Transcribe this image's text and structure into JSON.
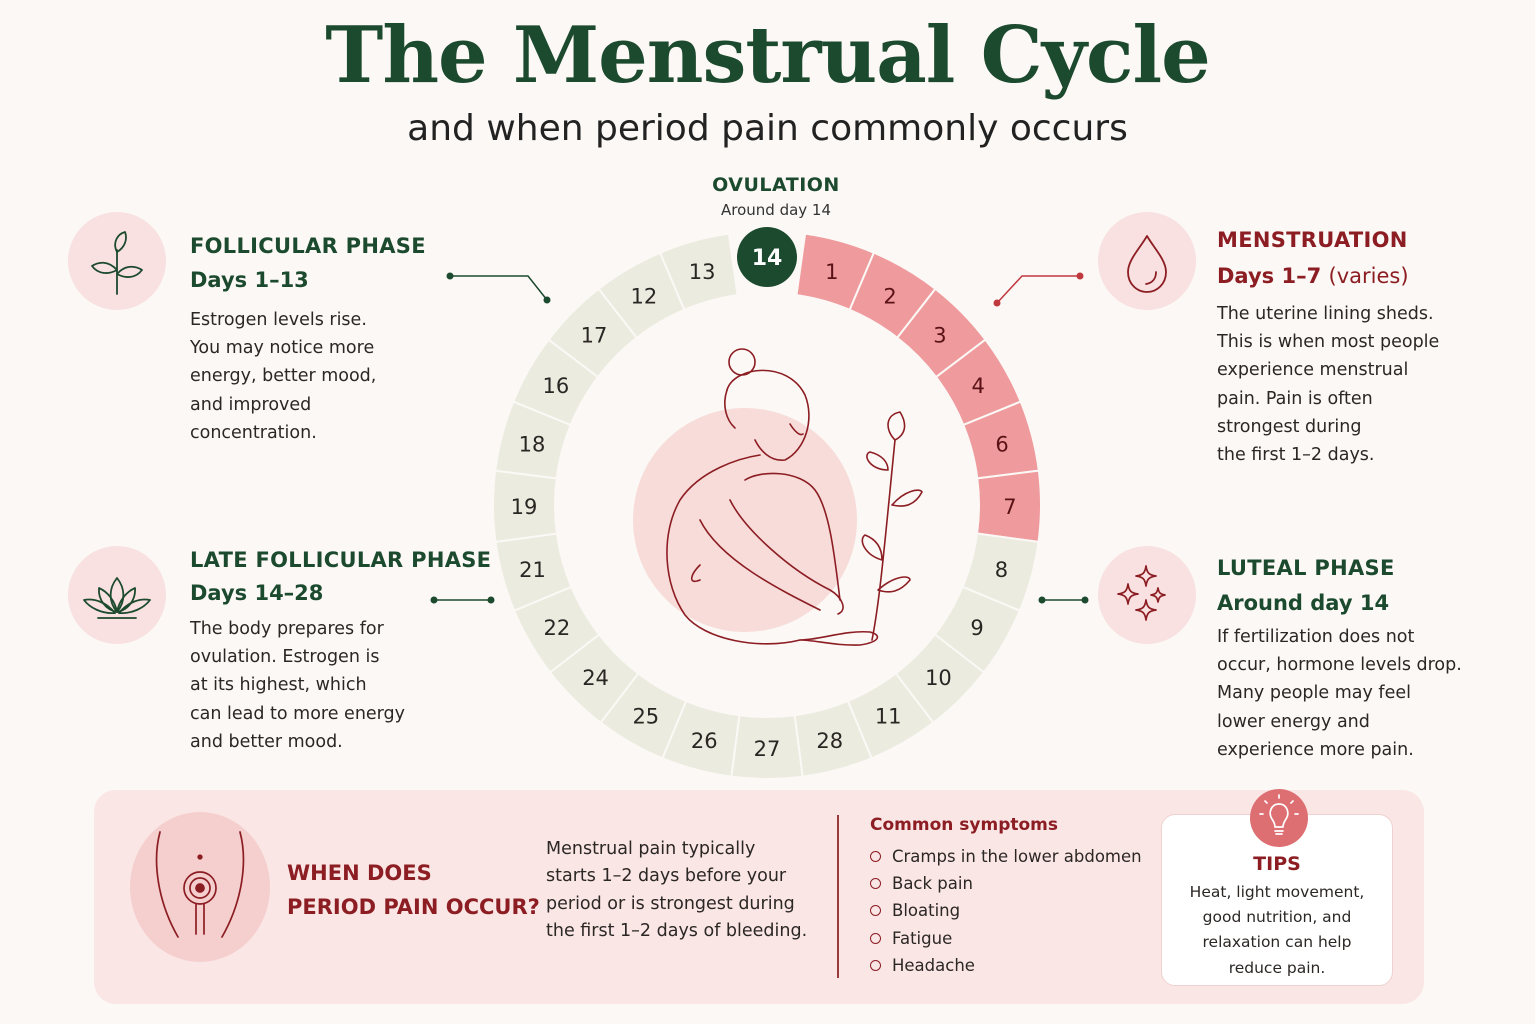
{
  "header": {
    "title": "The Menstrual Cycle",
    "subtitle": "and when period pain commonly occurs"
  },
  "ovulation": {
    "title": "OVULATION",
    "subtitle": "Around day 14"
  },
  "phases": {
    "follicular": {
      "title": "FOLLICULAR PHASE",
      "days": "Days 1–13",
      "description": "Estrogen levels rise.\nYou may notice more\nenergy, better mood,\nand improved\nconcentration.",
      "icon": "sprout-icon"
    },
    "late_follicular": {
      "title": "LATE FOLLICULAR PHASE",
      "days": "Days 14–28",
      "description": "The body prepares for\novulation. Estrogen is\nat its highest, which\ncan lead to more energy\nand better mood.",
      "icon": "lotus-icon"
    },
    "menstruation": {
      "title": "MENSTRUATION",
      "days": "Days 1–7",
      "days_note": "(varies)",
      "description": "The uterine lining sheds.\nThis is when most people\nexperience menstrual\npain. Pain is often\nstrongest during\nthe first 1–2 days.",
      "icon": "droplet-icon"
    },
    "luteal": {
      "title": "LUTEAL PHASE",
      "days": "Around day 14",
      "description": "If fertilization does not\noccur, hormone levels drop.\nMany people may feel\nlower energy and\nexperience more pain.",
      "icon": "sparkles-icon"
    }
  },
  "cycle": {
    "segments": [
      {
        "label": "1",
        "phase": "menstruation"
      },
      {
        "label": "2",
        "phase": "menstruation"
      },
      {
        "label": "3",
        "phase": "menstruation"
      },
      {
        "label": "4",
        "phase": "menstruation"
      },
      {
        "label": "6",
        "phase": "menstruation"
      },
      {
        "label": "7",
        "phase": "menstruation"
      },
      {
        "label": "8",
        "phase": "other"
      },
      {
        "label": "9",
        "phase": "other"
      },
      {
        "label": "10",
        "phase": "other"
      },
      {
        "label": "11",
        "phase": "other"
      },
      {
        "label": "28",
        "phase": "other"
      },
      {
        "label": "27",
        "phase": "other"
      },
      {
        "label": "26",
        "phase": "other"
      },
      {
        "label": "25",
        "phase": "other"
      },
      {
        "label": "24",
        "phase": "other"
      },
      {
        "label": "22",
        "phase": "other"
      },
      {
        "label": "21",
        "phase": "other"
      },
      {
        "label": "19",
        "phase": "other"
      },
      {
        "label": "18",
        "phase": "other"
      },
      {
        "label": "16",
        "phase": "other"
      },
      {
        "label": "17",
        "phase": "other"
      },
      {
        "label": "12",
        "phase": "other"
      },
      {
        "label": "13",
        "phase": "other"
      }
    ],
    "ovulation_day": "14",
    "colors": {
      "menstruation": "#ef9a9c",
      "other": "#ecebdf",
      "ovulation": "#1c4a2e",
      "green": "#1c4a2e",
      "red": "#8c1d23"
    },
    "center_illustration": "seated-woman-hugging-knees-illustration"
  },
  "bottom": {
    "when": {
      "title": "WHEN DOES\nPERIOD PAIN OCCUR?",
      "description": "Menstrual pain typically\nstarts 1–2 days before your\nperiod or is strongest during\nthe first 1–2 days of bleeding.",
      "icon": "pelvis-pain-icon"
    },
    "symptoms": {
      "title": "Common symptoms",
      "items": [
        "Cramps in the lower abdomen",
        "Back pain",
        "Bloating",
        "Fatigue",
        "Headache"
      ]
    },
    "tips": {
      "title": "TIPS",
      "description": "Heat, light movement,\ngood nutrition, and\nrelaxation can help\nreduce pain.",
      "icon": "lightbulb-icon"
    }
  }
}
